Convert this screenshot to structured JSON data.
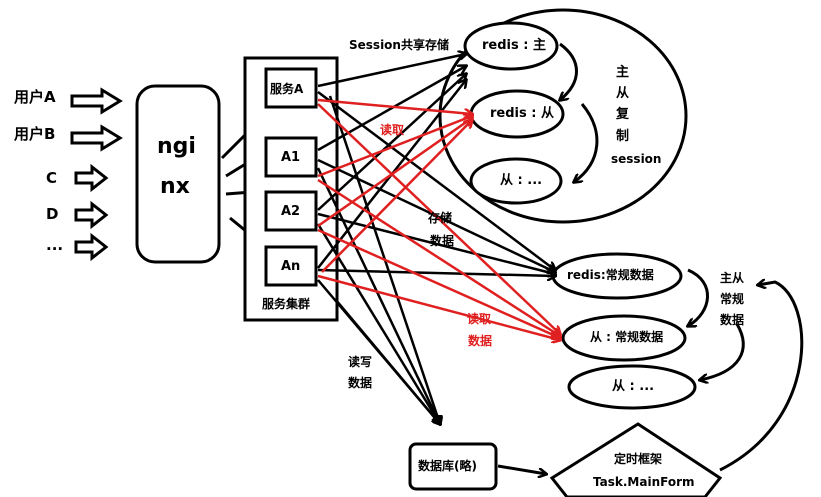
{
  "colors": {
    "ink": "#000000",
    "accent": "#e02020",
    "bg": "#ffffff"
  },
  "users": [
    "用户A",
    "用户B",
    "C",
    "D",
    "..."
  ],
  "nginx": {
    "line1": "ngi",
    "line2": "nx"
  },
  "cluster": {
    "label": "服务集群",
    "services": [
      "服务A",
      "A1",
      "A2",
      "An"
    ]
  },
  "session": {
    "label": "Session共享存储",
    "nodes": [
      "redis : 主",
      "redis : 从",
      "从 : ..."
    ],
    "replication_label": [
      "主",
      "从",
      "复",
      "制",
      "session"
    ]
  },
  "common": {
    "nodes": [
      "redis:常规数据",
      "从 : 常规数据",
      "从 : ..."
    ],
    "replication_label": [
      "主从",
      "常规",
      "数据"
    ]
  },
  "labels": {
    "read1": "读取",
    "store": [
      "存储",
      "数据"
    ],
    "read2": [
      "读取",
      "数据"
    ],
    "readwrite": [
      "读写",
      "数据"
    ]
  },
  "database": {
    "label": "数据库(略)"
  },
  "timer": {
    "line1": "定时框架",
    "line2": "Task.MainForm"
  }
}
